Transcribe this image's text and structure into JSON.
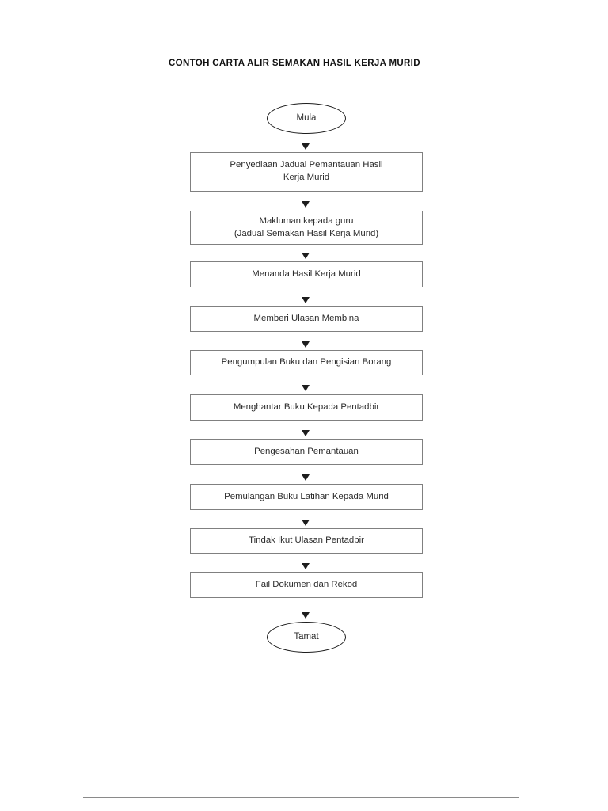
{
  "document": {
    "title": "CONTOH CARTA ALIR SEMAKAN HASIL KERJA MURID"
  },
  "flowchart": {
    "start": {
      "label": "Mula",
      "shape": "oval"
    },
    "end": {
      "label": "Tamat",
      "shape": "oval"
    },
    "steps": [
      {
        "id": "step-1",
        "shape": "process",
        "line1": "Penyediaan Jadual Pemantauan Hasil",
        "line2": "Kerja Murid"
      },
      {
        "id": "step-2",
        "shape": "process",
        "line1": "Makluman kepada guru",
        "line2": "(Jadual Semakan Hasil Kerja Murid)"
      },
      {
        "id": "step-3",
        "shape": "process",
        "line1": "Menanda Hasil Kerja Murid",
        "line2": ""
      },
      {
        "id": "step-4",
        "shape": "process",
        "line1": "Memberi Ulasan Membina",
        "line2": ""
      },
      {
        "id": "step-5",
        "shape": "process",
        "line1": "Pengumpulan Buku dan Pengisian Borang",
        "line2": ""
      },
      {
        "id": "step-6",
        "shape": "process",
        "line1": "Menghantar Buku Kepada Pentadbir",
        "line2": ""
      },
      {
        "id": "step-7",
        "shape": "process",
        "line1": "Pengesahan Pemantauan",
        "line2": ""
      },
      {
        "id": "step-8",
        "shape": "process",
        "line1": "Pemulangan Buku Latihan Kepada Murid",
        "line2": ""
      },
      {
        "id": "step-9",
        "shape": "process",
        "line1": "Tindak Ikut Ulasan Pentadbir",
        "line2": ""
      },
      {
        "id": "step-10",
        "shape": "process",
        "line1": "Fail Dokumen dan Rekod",
        "line2": ""
      }
    ]
  },
  "colors": {
    "page_background": "#ffffff",
    "box_border": "#808080",
    "oval_border": "#1d1d1d",
    "connector": "#1d1d1d",
    "text": "#2b2b2b",
    "title_text": "#111111",
    "footer_rule": "#8a8a8a"
  }
}
